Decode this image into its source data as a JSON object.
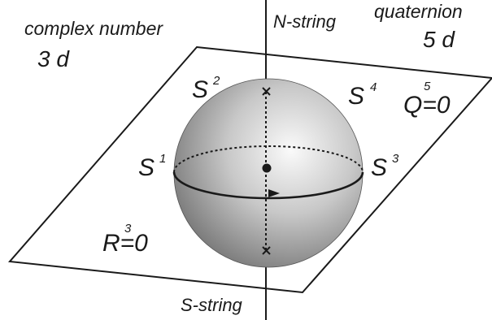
{
  "labels": {
    "complex": "complex number",
    "dim_complex": "3 d",
    "quaternion": "quaternion",
    "dim_quaternion": "5 d",
    "n_string": "N-string",
    "s_string": "S-string",
    "q_zero": "Q=0",
    "q_sup": "5",
    "r_zero": "R=0",
    "r_sup": "3",
    "s1": "S",
    "s1_sup": "1",
    "s2": "S",
    "s2_sup": "2",
    "s3": "S",
    "s3_sup": "3",
    "s4": "S",
    "s4_sup": "4"
  },
  "colors": {
    "ink": "#1a1a1a",
    "sphere_light": "#fafafa",
    "sphere_mid": "#bdbdbd",
    "sphere_dark": "#6a6a6a"
  }
}
